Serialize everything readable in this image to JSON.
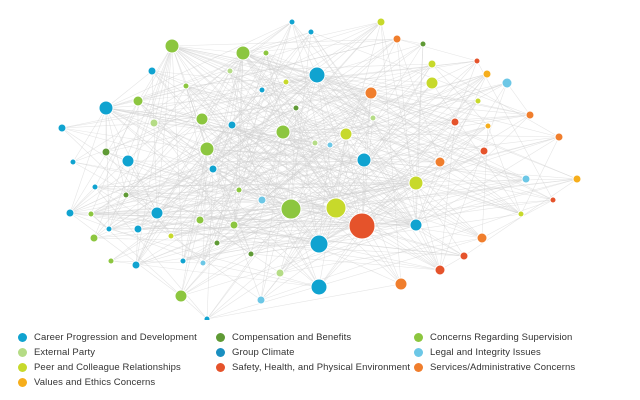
{
  "colors": {
    "edge": "#d0d0d0",
    "blue": "#10a3d0",
    "green": "#8cc63f",
    "darkgreen": "#5f9a35",
    "lightgreen": "#b5dc86",
    "lime": "#c7d92b",
    "lightblue": "#6cc7e6",
    "red": "#e5532b",
    "orange": "#f07e2d",
    "amber": "#f6ae1c"
  },
  "legend": [
    {
      "label": "Career Progression and Development",
      "color": "#10a3d0"
    },
    {
      "label": "Compensation and Benefits",
      "color": "#5f9a35"
    },
    {
      "label": "Concerns Regarding Supervision",
      "color": "#8cc63f"
    },
    {
      "label": "External Party",
      "color": "#b5dc86"
    },
    {
      "label": "Group Climate",
      "color": "#1a8fc0"
    },
    {
      "label": "Legal and Integrity Issues",
      "color": "#6cc7e6"
    },
    {
      "label": "Peer and Colleague Relationships",
      "color": "#c7d92b"
    },
    {
      "label": "Safety, Health, and Physical Environment",
      "color": "#e5532b"
    },
    {
      "label": "Services/Administrative Concerns",
      "color": "#f07e2d"
    },
    {
      "label": "Values and Ethics Concerns",
      "color": "#f6ae1c"
    }
  ]
}
